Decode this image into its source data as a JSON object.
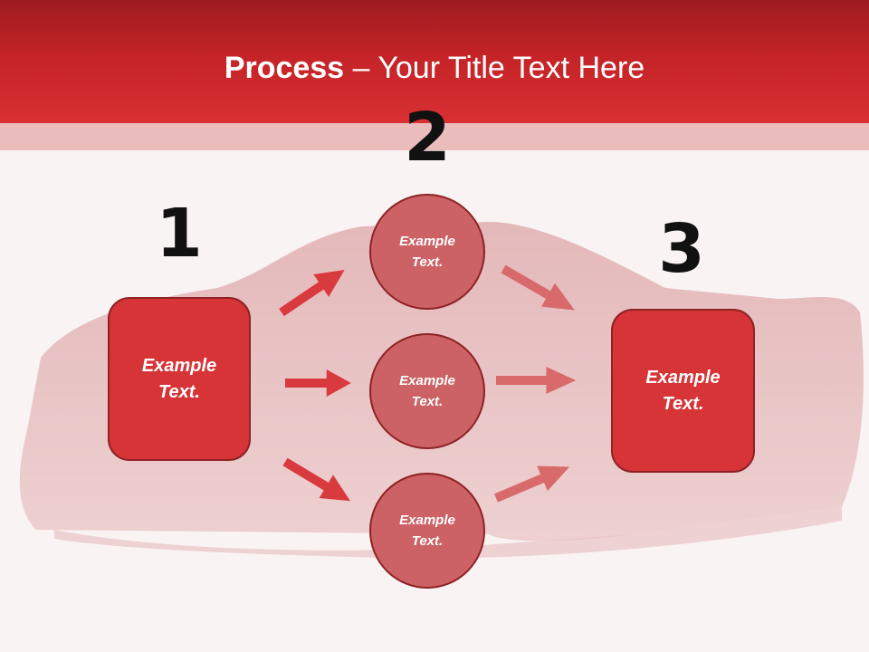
{
  "slide": {
    "title_bold": "Process",
    "title_rest": " – Your Title Text Here"
  },
  "steps": {
    "one": {
      "number": "1",
      "text": "Example\nText."
    },
    "two": {
      "number": "2"
    },
    "three": {
      "number": "3",
      "text": "Example\nText."
    }
  },
  "circles": [
    {
      "text": "Example\nText."
    },
    {
      "text": "Example\nText."
    },
    {
      "text": "Example\nText."
    }
  ],
  "colors": {
    "header": "#c42327",
    "box_fill": "#d63437",
    "circle_fill": "#cc6265",
    "arrow_strong": "#d93a3d",
    "arrow_soft": "#d96a6c"
  },
  "icons": {
    "background": "covered-car-image",
    "connectors": "arrow-icon"
  }
}
